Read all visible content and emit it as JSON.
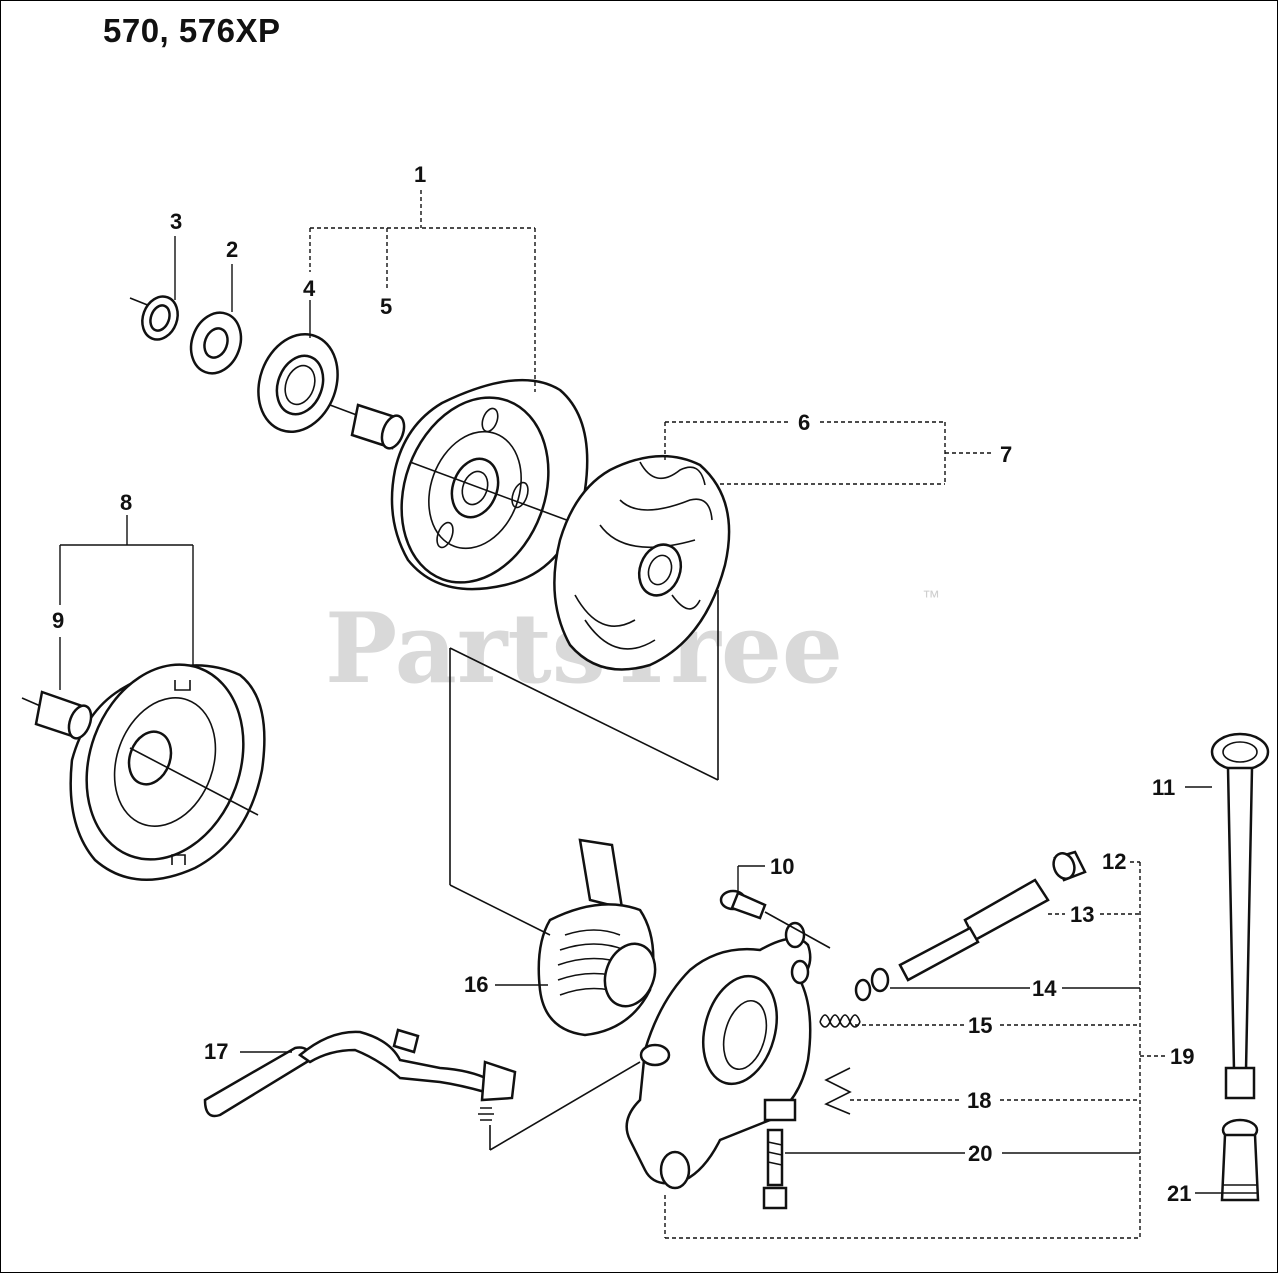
{
  "title": "570, 576XP",
  "watermark": {
    "text": "PartsTree",
    "trademark": "™"
  },
  "callouts": [
    {
      "id": "c1",
      "label": "1"
    },
    {
      "id": "c2",
      "label": "2"
    },
    {
      "id": "c3",
      "label": "3"
    },
    {
      "id": "c4",
      "label": "4"
    },
    {
      "id": "c5",
      "label": "5"
    },
    {
      "id": "c6",
      "label": "6"
    },
    {
      "id": "c7",
      "label": "7"
    },
    {
      "id": "c8",
      "label": "8"
    },
    {
      "id": "c9",
      "label": "9"
    },
    {
      "id": "c10",
      "label": "10"
    },
    {
      "id": "c11",
      "label": "11"
    },
    {
      "id": "c12",
      "label": "12"
    },
    {
      "id": "c13",
      "label": "13"
    },
    {
      "id": "c14",
      "label": "14"
    },
    {
      "id": "c15",
      "label": "15"
    },
    {
      "id": "c16",
      "label": "16"
    },
    {
      "id": "c17",
      "label": "17"
    },
    {
      "id": "c18",
      "label": "18"
    },
    {
      "id": "c19",
      "label": "19"
    },
    {
      "id": "c20",
      "label": "20"
    },
    {
      "id": "c21",
      "label": "21"
    }
  ]
}
